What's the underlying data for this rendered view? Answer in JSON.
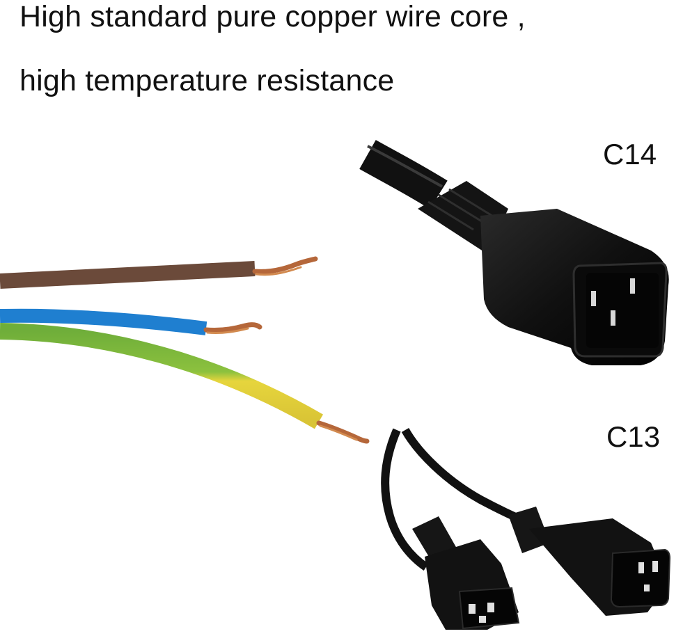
{
  "headline": {
    "line1": "High standard pure copper wire core ,",
    "line2": "high temperature resistance"
  },
  "labels": {
    "c14": "C14",
    "c13": "C13"
  },
  "colors": {
    "wire_brown": "#6b4a3a",
    "wire_blue": "#1f7fd0",
    "wire_green": "#7fb83a",
    "wire_yellow": "#e3d23a",
    "copper": "#b5673a",
    "plug_black": "#141414"
  }
}
